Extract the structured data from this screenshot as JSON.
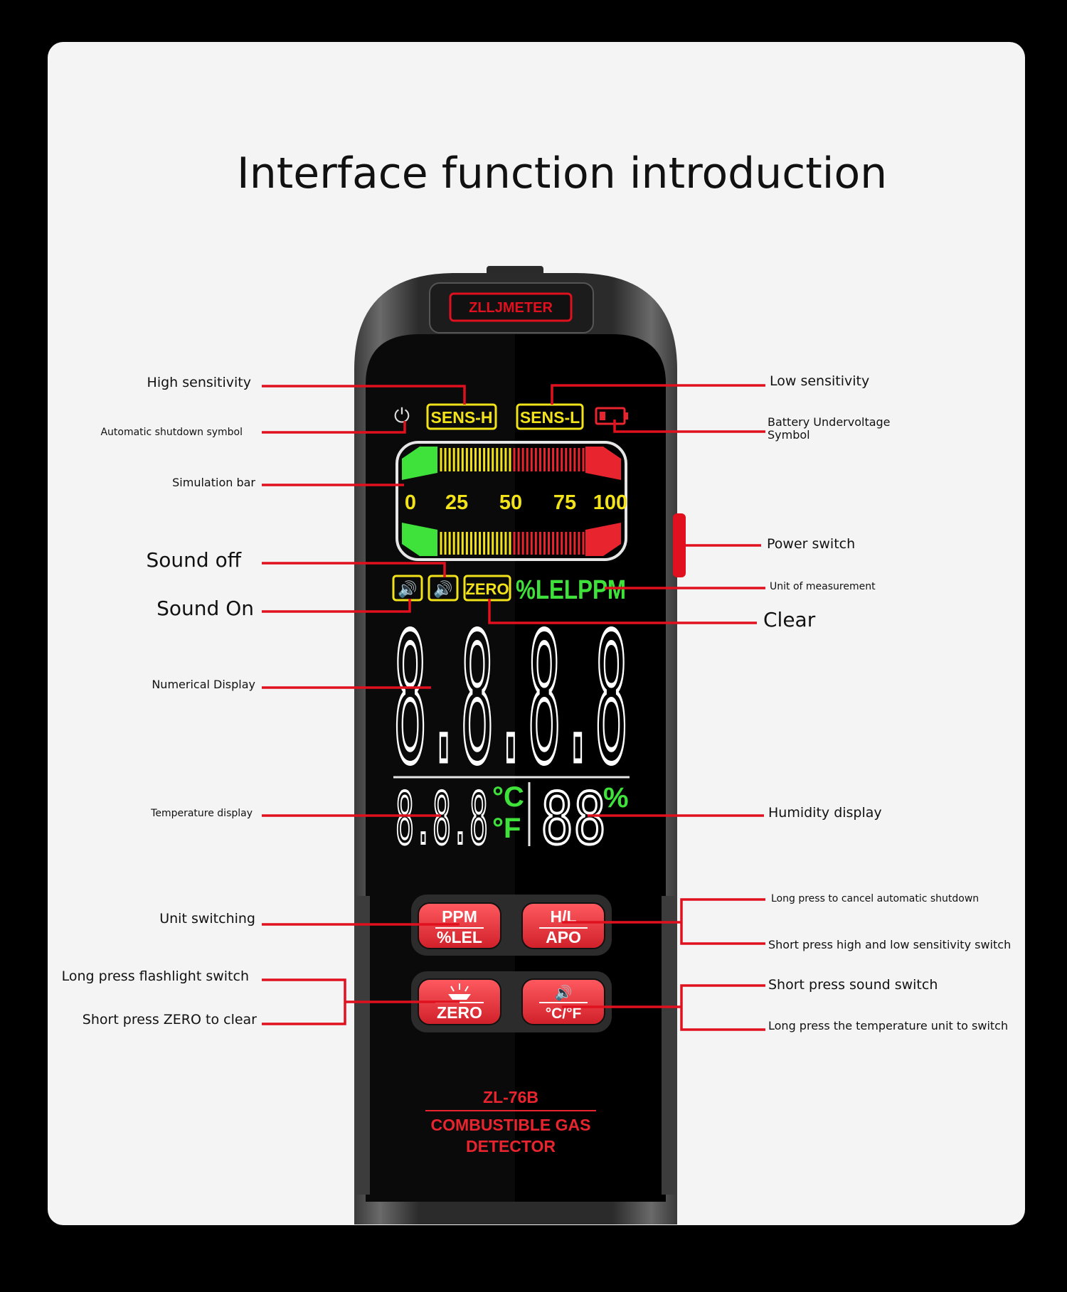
{
  "title": "Interface function introduction",
  "device": {
    "brand": "ZLLJMETER",
    "model": "ZL-76B",
    "name_line1": "COMBUSTIBLE GAS",
    "name_line2": "DETECTOR",
    "sens_h": "SENS-H",
    "sens_l": "SENS-L",
    "zero_badge": "ZERO",
    "unit_text": "%LELPPM",
    "scale": [
      "0",
      "25",
      "50",
      "75",
      "100"
    ],
    "main_digits": "8.8.8.8",
    "temp_digits": "8.8.8",
    "temp_unit_c": "°C",
    "temp_unit_f": "°F",
    "humidity_digits": "88",
    "humidity_unit": "%",
    "buttons": {
      "ppm_top": "PPM",
      "ppm_bottom": "%LEL",
      "hl_top": "H/L",
      "hl_bottom": "APO",
      "zero_bottom": "ZERO",
      "temp_bottom": "°C/°F"
    }
  },
  "labels": {
    "high_sensitivity": "High sensitivity",
    "auto_shutdown": "Automatic shutdown symbol",
    "simulation_bar": "Simulation bar",
    "sound_off": "Sound off",
    "sound_on": "Sound On",
    "numerical_display": "Numerical Display",
    "temperature_display": "Temperature display",
    "unit_switching": "Unit switching",
    "long_press_flashlight": "Long press flashlight switch",
    "short_press_zero": "Short press ZERO to clear",
    "low_sensitivity": "Low sensitivity",
    "battery_line1": "Battery Undervoltage",
    "battery_line2": "Symbol",
    "power_switch": "Power switch",
    "unit_of_measurement": "Unit of measurement",
    "clear": "Clear",
    "humidity_display": "Humidity display",
    "long_press_cancel": "Long press to cancel automatic shutdown",
    "short_press_hl": "Short press high and low sensitivity switch",
    "short_press_sound": "Short press sound switch",
    "long_press_temp": "Long press the temperature unit to switch"
  },
  "colors": {
    "leader": "#e0101e",
    "button_red": "#e8323c",
    "lcd_yellow": "#f2e21a",
    "lcd_green": "#3fe23a",
    "lcd_red": "#e8242e",
    "body_dark": "#2a2a2a"
  }
}
